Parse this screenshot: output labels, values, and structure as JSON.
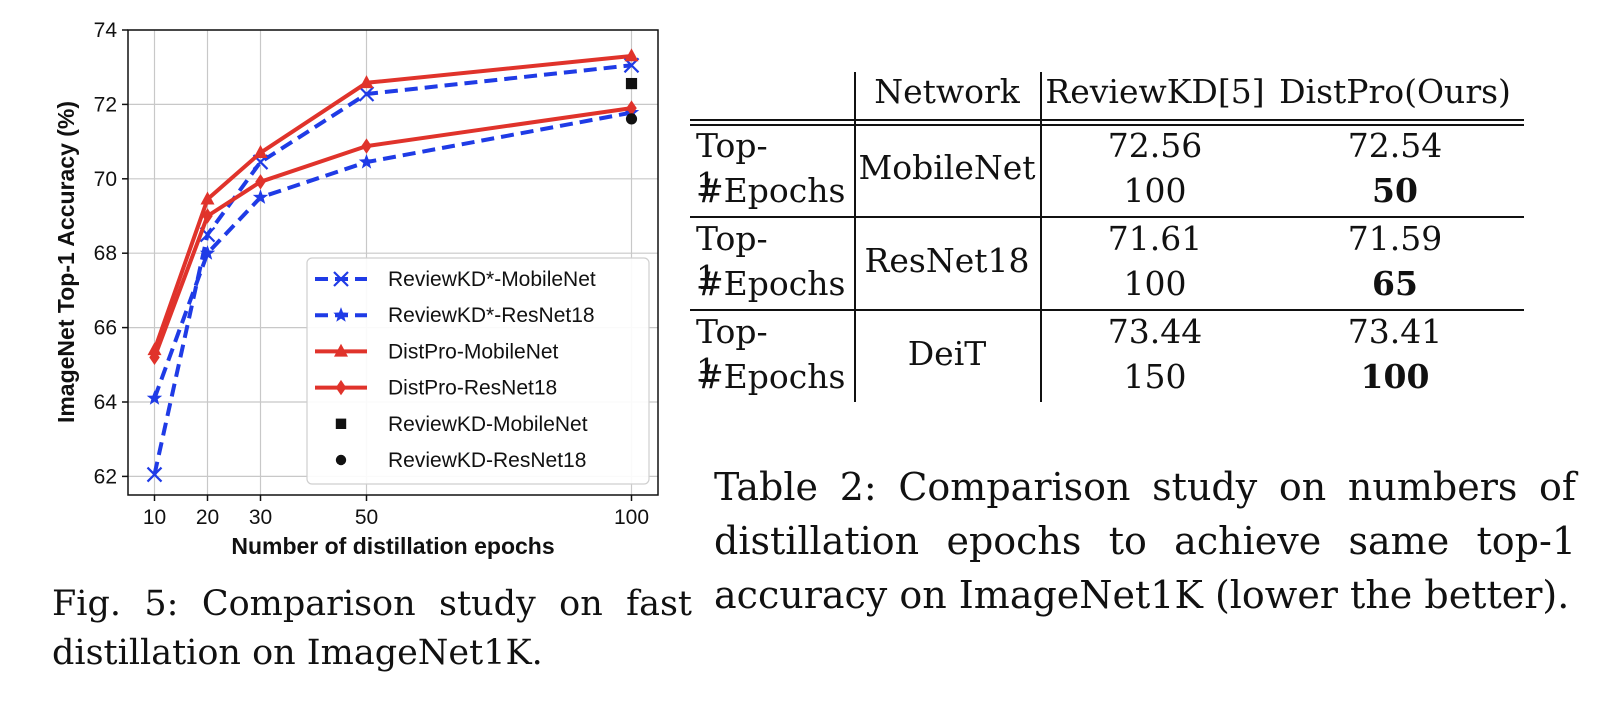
{
  "chart_data": {
    "type": "line",
    "xlabel": "Number of distillation epochs",
    "ylabel": "ImageNet Top-1 Accuracy (%)",
    "xticks": [
      10,
      20,
      30,
      50,
      100
    ],
    "yticks": [
      62,
      64,
      66,
      68,
      70,
      72,
      74
    ],
    "xlim": [
      5,
      105
    ],
    "ylim": [
      61.5,
      74
    ],
    "grid": true,
    "legend_position": "lower-right",
    "series": [
      {
        "name": "ReviewKD*-MobileNet",
        "color": "#1f3be6",
        "style": "dashed",
        "marker": "x",
        "x": [
          10,
          20,
          30,
          50,
          100
        ],
        "y": [
          62.05,
          68.5,
          70.45,
          72.28,
          73.05
        ]
      },
      {
        "name": "ReviewKD*-ResNet18",
        "color": "#1f3be6",
        "style": "dashed",
        "marker": "star",
        "x": [
          10,
          20,
          30,
          50,
          100
        ],
        "y": [
          64.1,
          68.0,
          69.5,
          70.45,
          71.78
        ]
      },
      {
        "name": "DistPro-MobileNet",
        "color": "#e0332b",
        "style": "solid",
        "marker": "triangle",
        "x": [
          10,
          20,
          30,
          50,
          100
        ],
        "y": [
          65.4,
          69.45,
          70.7,
          72.58,
          73.3
        ]
      },
      {
        "name": "DistPro-ResNet18",
        "color": "#e0332b",
        "style": "solid",
        "marker": "diamond",
        "x": [
          10,
          20,
          30,
          50,
          100
        ],
        "y": [
          65.2,
          69.0,
          69.92,
          70.88,
          71.9
        ]
      },
      {
        "name": "ReviewKD-MobileNet",
        "color": "#111111",
        "style": "none",
        "marker": "square",
        "x": [
          100
        ],
        "y": [
          72.56
        ]
      },
      {
        "name": "ReviewKD-ResNet18",
        "color": "#111111",
        "style": "none",
        "marker": "circle",
        "x": [
          100
        ],
        "y": [
          71.61
        ]
      }
    ]
  },
  "figure_caption": "Fig. 5: Comparison study on fast distillation on ImageNet1K.",
  "table": {
    "headers": [
      "Network",
      "ReviewKD[5]",
      "DistPro(Ours)"
    ],
    "groups": [
      {
        "network": "MobileNet",
        "rows": [
          {
            "metric": "Top-1",
            "reviewkd": "72.56",
            "distpro": "72.54"
          },
          {
            "metric": "#Epochs",
            "reviewkd": "100",
            "distpro": "50"
          }
        ]
      },
      {
        "network": "ResNet18",
        "rows": [
          {
            "metric": "Top-1",
            "reviewkd": "71.61",
            "distpro": "71.59"
          },
          {
            "metric": "#Epochs",
            "reviewkd": "100",
            "distpro": "65"
          }
        ]
      },
      {
        "network": "DeiT",
        "rows": [
          {
            "metric": "Top-1",
            "reviewkd": "73.44",
            "distpro": "73.41"
          },
          {
            "metric": "#Epochs",
            "reviewkd": "150",
            "distpro": "100"
          }
        ]
      }
    ],
    "caption": "Table 2: Comparison study on numbers of distillation epochs to achieve same top-1 accuracy on ImageNet1K (lower the better)."
  }
}
